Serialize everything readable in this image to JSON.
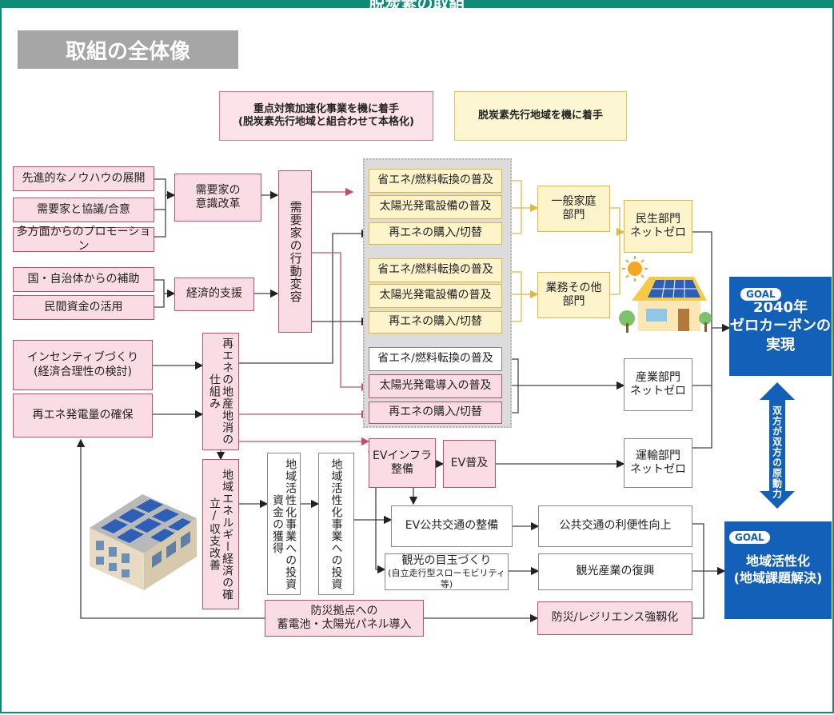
{
  "header": {
    "title": "脱炭素の取組"
  },
  "section_title": "取組の全体像",
  "colors": {
    "frame": "#0f8a77",
    "goal": "#1360b8",
    "pink": "#f9dce4",
    "yellow": "#fdf4cc"
  },
  "diagram": {
    "headers": {
      "priority": "重点対策加速化事業を機に着手\n(脱炭素先行地域と組合わせて本格化)",
      "leading": "脱炭素先行地域を機に着手"
    },
    "left": {
      "know_how": "先進的なノウハウの展開",
      "consult": "需要家と協議/合意",
      "promotion": "多方面からのプロモーション",
      "subsidy": "国・自治体からの補助",
      "private_fund": "民間資金の活用",
      "incentive": "インセンティブづくり\n(経済合理性の検討)",
      "re_secure": "再エネ発電量の確保"
    },
    "middle": {
      "awareness": "需要家の\n意識改革",
      "economic": "経済的支援",
      "behavior": "需要家の行動変容",
      "local_re": "再エネの地産地消の仕組み",
      "regional_energy": "地域エネルギー経済の確立/収支改善",
      "revitalize_fund": "地域活性化事業への投資資金の獲得",
      "revitalize_invest": "地域活性化事業への投資"
    },
    "measures": {
      "home_save": "省エネ/燃料転換の普及",
      "home_solar": "太陽光発電設備の普及",
      "home_re": "再エネの購入/切替",
      "biz_save": "省エネ/燃料転換の普及",
      "biz_solar": "太陽光発電設備の普及",
      "biz_re": "再エネの購入/切替",
      "ind_save": "省エネ/燃料転換の普及",
      "ind_solar": "太陽光発電導入の普及",
      "ind_re": "再エネの購入/切替"
    },
    "sectors": {
      "household": "一般家庭\n部門",
      "business": "業務その他\n部門",
      "civil_zero": "民生部門\nネットゼロ",
      "industry_zero": "産業部門\nネットゼロ",
      "transport_zero": "運輸部門\nネットゼロ"
    },
    "mobility": {
      "ev_infra": "EVインフラ\n整備",
      "ev_spread": "EV普及",
      "ev_transit": "EV公共交通の整備",
      "tourism": "観光の目玉づくり",
      "tourism_note": "(自立走行型スローモビリティ等)",
      "disaster_base": "防災拠点への\n蓄電池・太陽光パネル導入"
    },
    "outcomes": {
      "transit": "公共交通の利便性向上",
      "tourism": "観光産業の復興",
      "resilience": "防災/レジリエンス強靱化"
    },
    "goals": {
      "tag": "GOAL",
      "zero_carbon": "2040年\nゼロカーボンの\n実現",
      "revitalization": "地域活性化\n(地域課題解決)",
      "mutual": "双方が双方の原動力"
    }
  }
}
